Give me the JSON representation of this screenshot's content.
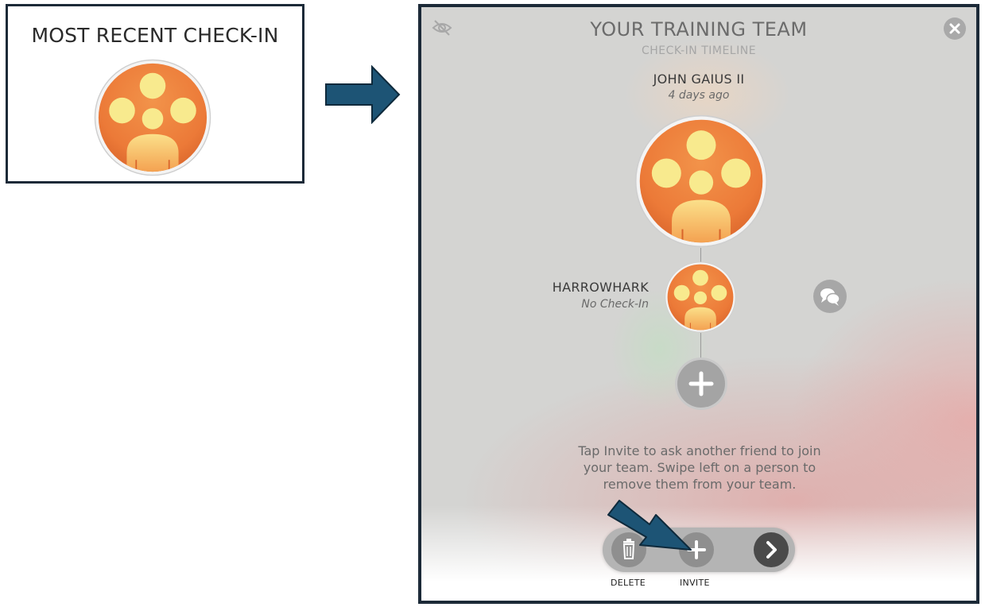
{
  "recent": {
    "title": "MOST RECENT CHECK-IN"
  },
  "header": {
    "title": "YOUR TRAINING TEAM",
    "subtitle": "CHECK-IN TIMELINE"
  },
  "members": [
    {
      "name": "JOHN GAIUS II",
      "status": "4 days ago",
      "avatar": "team-avatar-icon"
    },
    {
      "name": "HARROWHARK",
      "status": "No Check-In",
      "avatar": "team-avatar-icon"
    }
  ],
  "help": "Tap Invite to ask another friend to join your team. Swipe left on a person to remove them from your team.",
  "toolbar": {
    "delete_label": "DELETE",
    "invite_label": "INVITE"
  },
  "colors": {
    "accent_orange": "#ef8a3a",
    "avatar_dots": "#f8ea8e",
    "annotation_arrow": "#1d5475",
    "frame": "#1c2a38"
  }
}
